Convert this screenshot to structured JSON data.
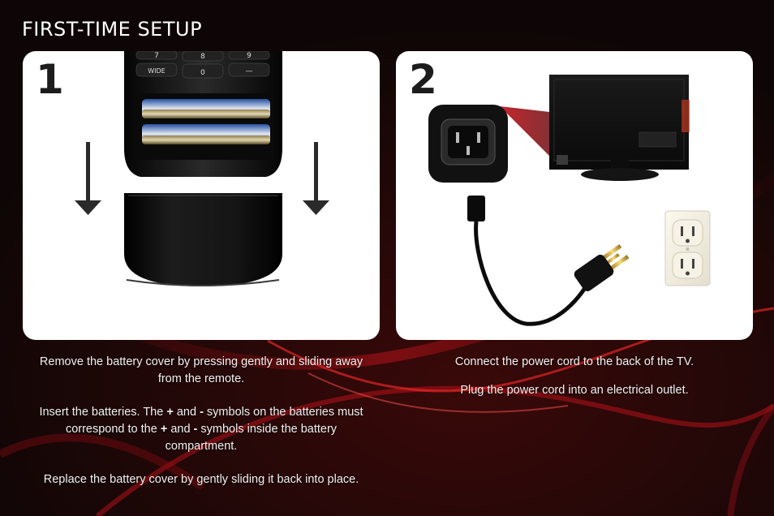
{
  "page": {
    "title": "FIRST-TIME SETUP"
  },
  "step1": {
    "number": "1",
    "remote_keys": [
      "7",
      "8",
      "9",
      "WIDE",
      "0",
      "—"
    ],
    "text1": "Remove the battery cover by pressing gently and sliding away from the remote.",
    "text2": {
      "part_a": "Insert the batteries. The ",
      "plus": "+",
      "and": " and ",
      "minus": "-",
      "part_b": " symbols on the batteries must correspond to the ",
      "part_c": " symbols inside the battery compartment."
    },
    "text3": "Replace the battery cover by gently sliding it back into place."
  },
  "step2": {
    "number": "2",
    "text1": "Connect the power cord to the back of the TV.",
    "text2": "Plug the power cord into an electrical outlet."
  },
  "colors": {
    "accent_red": "#b3141a",
    "panel_bg": "#ffffff",
    "text": "#f1f1f1"
  }
}
